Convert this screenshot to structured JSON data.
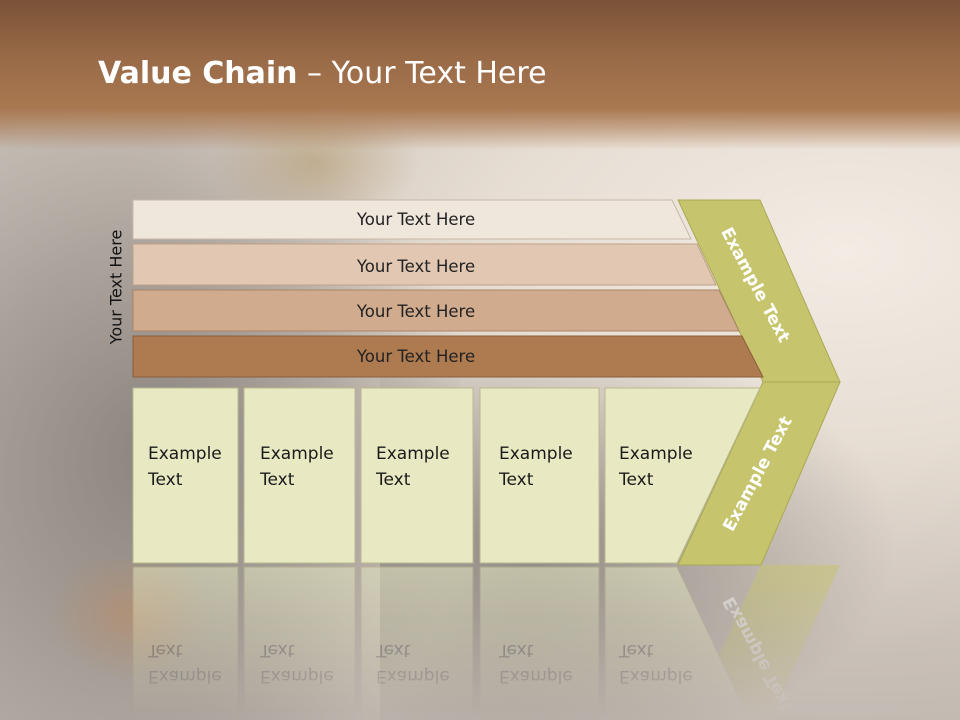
{
  "slide": {
    "title_bold": "Value Chain",
    "title_rest": " – Your Text Here",
    "vertical_label": "Your Text Here"
  },
  "bars": [
    {
      "label": "Your Text Here",
      "color": "#efe6dc"
    },
    {
      "label": "Your Text Here",
      "color": "#e2c8b2"
    },
    {
      "label": "Your Text Here",
      "color": "#d1ab8d"
    },
    {
      "label": "Your Text Here",
      "color": "#ae7a50"
    }
  ],
  "cells": [
    {
      "line1": "Example",
      "line2": "Text"
    },
    {
      "line1": "Example",
      "line2": "Text"
    },
    {
      "line1": "Example",
      "line2": "Text"
    },
    {
      "line1": "Example",
      "line2": "Text"
    },
    {
      "line1": "Example",
      "line2": "Text"
    }
  ],
  "chevron": {
    "upper_label": "Example Text",
    "lower_label": "Example Text",
    "color": "#c6c46c"
  },
  "cell_color": "#e8e9c2",
  "cell_border": "#b8b98e"
}
